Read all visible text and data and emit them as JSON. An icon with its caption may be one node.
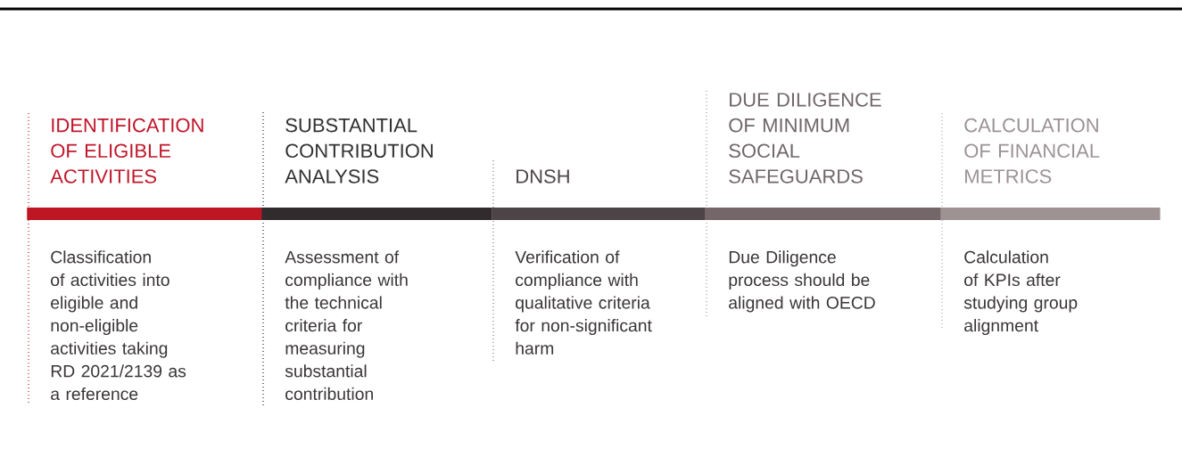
{
  "diagram": {
    "nodes": [
      {
        "text": [
          "IDENTIFICATION OF ELIGIBLE ACTIVITIES",
          "Classification of activities into eligible and non-eligible activities taking RD 2021/2139 as a reference"
        ]
      },
      {
        "text": [
          "SUBSTANTIAL CONTRIBUTION ANALYSIS",
          "Assessment of compliance with the technical criteria for measuring substantial contribution"
        ]
      },
      {
        "text": [
          "DNSH",
          "Verification of compliance with qualitative criteria for non-significant harm"
        ]
      },
      {
        "text": [
          "DUE DILIGENCE OF MINIMUM SOCIAL SAFEGUARDS",
          "Due Diligence process should be aligned with OECD"
        ]
      },
      {
        "text": [
          "CALCULATION OF FINANCIAL METRICS",
          "Calculation of KPIs after studying group alignment"
        ]
      }
    ]
  }
}
